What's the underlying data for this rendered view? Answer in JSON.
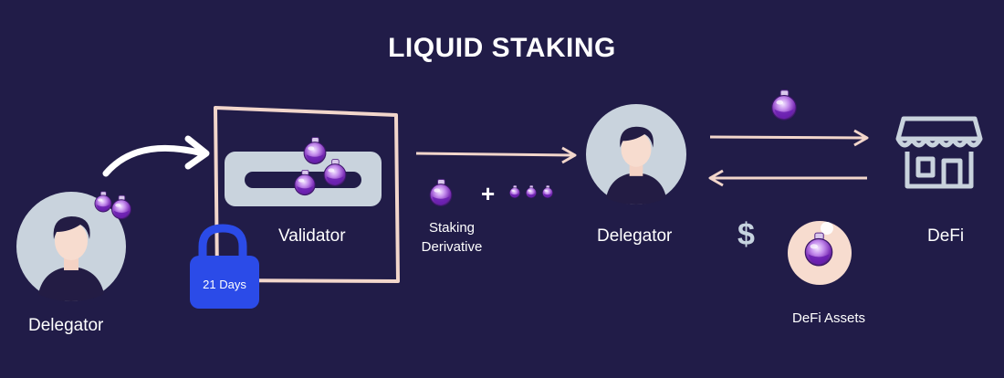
{
  "title": "LIQUID STAKING",
  "labels": {
    "delegator_left": "Delegator",
    "validator": "Validator",
    "lock_period": "21 Days",
    "staking_derivative_line1": "Staking",
    "staking_derivative_line2": "Derivative",
    "plus": "+",
    "delegator_right": "Delegator",
    "dollar": "$",
    "defi_assets": "DeFi Assets",
    "defi": "DeFi"
  },
  "icons": {
    "token": "potion-orb-icon",
    "lock": "padlock-icon",
    "store": "storefront-icon",
    "person": "person-avatar-icon"
  },
  "colors": {
    "background": "#211c48",
    "arrow": "#f2d6cb",
    "lock": "#2b4be8",
    "avatar_bg": "#c9d3dd",
    "token_purple": "#8e3fc5"
  }
}
